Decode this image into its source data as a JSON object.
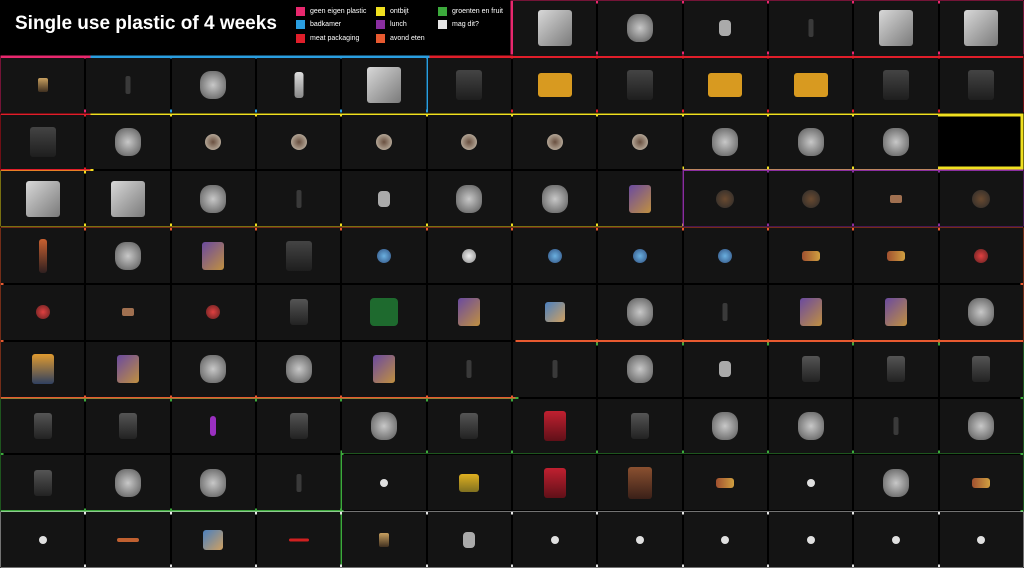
{
  "title": "Single use plastic of 4 weeks",
  "legend": [
    {
      "label": "geen eigen plastic",
      "color": "#e8286e"
    },
    {
      "label": "badkamer",
      "color": "#2a9ee0"
    },
    {
      "label": "meat packaging",
      "color": "#e01e2a"
    },
    {
      "label": "ontbijt",
      "color": "#f0e020"
    },
    {
      "label": "lunch",
      "color": "#8a2ea0"
    },
    {
      "label": "avond eten",
      "color": "#e85a30"
    },
    {
      "label": "groenten en fruit",
      "color": "#3caa3c"
    },
    {
      "label": "mag dit?",
      "color": "#e6e6e6"
    }
  ],
  "rows": [
    {
      "items": [
        "clear-bag",
        "crumpled-wrapper",
        "small-plastic",
        "dark-strip",
        "clear-bag",
        "clear-bag"
      ]
    },
    {
      "items": [
        "small-label",
        "dark-strip",
        "crumpled-wrapper",
        "tube",
        "clear-bag",
        "meat-tray",
        "cheese-tray",
        "meat-tray",
        "cheese-tray",
        "cheese-tray",
        "meat-tray",
        "meat-tray"
      ]
    },
    {
      "items": [
        "meat-tray",
        "crumpled-wrapper",
        "yogurt-cup",
        "yogurt-cup",
        "yogurt-cup",
        "yogurt-cup",
        "yogurt-cup",
        "yogurt-cup",
        "crumpled-wrapper",
        "crumpled-wrapper",
        "crumpled-wrapper"
      ]
    },
    {
      "items": [
        "clear-bag",
        "clear-bag",
        "crumpled-wrapper",
        "dark-strip",
        "small-plastic",
        "crumpled-wrapper",
        "crumpled-wrapper",
        "snack-bag",
        "lid",
        "lid",
        "small-wrapper",
        "lid"
      ]
    },
    {
      "items": [
        "bottle",
        "crumpled-wrapper",
        "snack-bag",
        "meat-tray",
        "blue-lid",
        "clear-lid",
        "blue-lid",
        "blue-lid",
        "blue-lid",
        "candy-wrapper",
        "candy-wrapper",
        "red-cap"
      ]
    },
    {
      "items": [
        "red-cap",
        "small-wrapper",
        "red-cap",
        "dark-pack",
        "green-tray",
        "snack-bag",
        "blue-pack",
        "crumpled-wrapper",
        "dark-strip",
        "snack-bag",
        "snack-bag",
        "crumpled-wrapper"
      ]
    },
    {
      "items": [
        "orange-pack",
        "snack-bag",
        "crumpled-wrapper",
        "crumpled-wrapper",
        "snack-bag",
        "dark-strip",
        "dark-strip",
        "crumpled-wrapper",
        "small-plastic",
        "dark-pack",
        "dark-pack",
        "dark-pack"
      ]
    },
    {
      "items": [
        "dark-pack",
        "dark-pack",
        "purple-strip",
        "dark-pack",
        "crumpled-wrapper",
        "dark-pack",
        "red-pack",
        "dark-pack",
        "crumpled-wrapper",
        "crumpled-wrapper",
        "dark-strip",
        "crumpled-wrapper"
      ]
    },
    {
      "items": [
        "dark-pack",
        "crumpled-wrapper",
        "crumpled-wrapper",
        "dark-strip",
        "white-cap",
        "yellow-pack",
        "red-pack",
        "brown-pack",
        "candy-wrapper",
        "white-cap",
        "crumpled-wrapper",
        "candy-wrapper"
      ]
    },
    {
      "items": [
        "white-cap",
        "orange-stick",
        "blue-pack",
        "red-stick",
        "small-label",
        "small-plastic",
        "white-cap",
        "white-cap",
        "white-cap",
        "white-cap",
        "white-cap",
        "white-cap"
      ]
    }
  ]
}
